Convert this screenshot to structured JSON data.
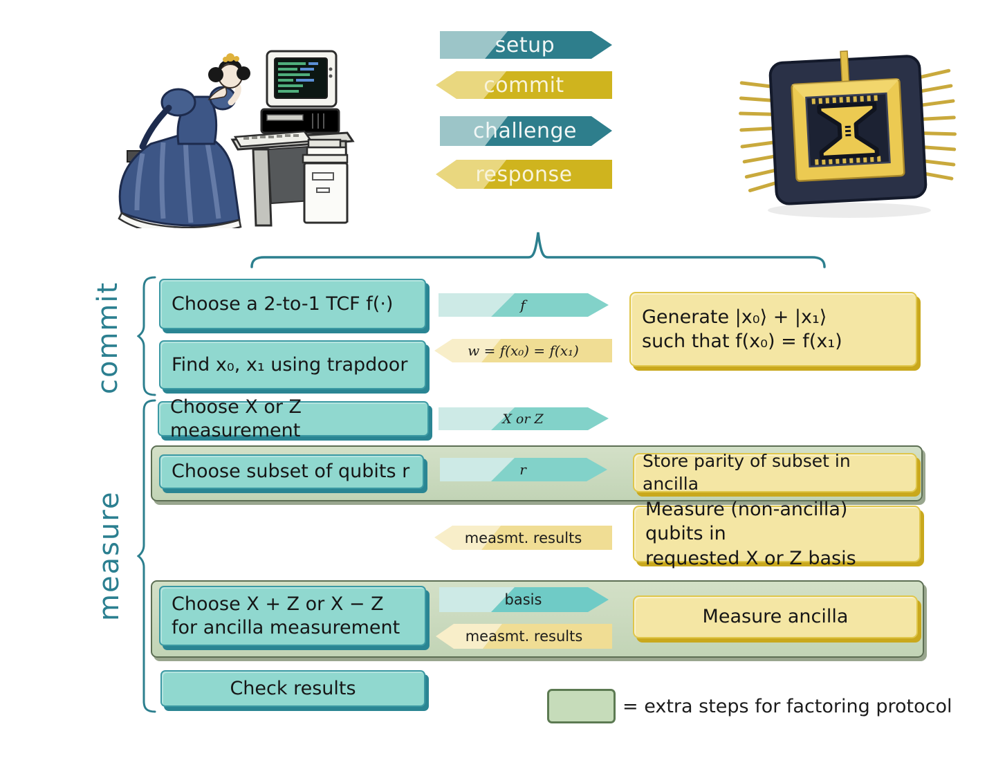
{
  "icons": {
    "verifier": "ada-lovelace-at-computer",
    "prover": "quantum-chip"
  },
  "banners": [
    {
      "label": "setup",
      "direction": "right",
      "scheme": "teal"
    },
    {
      "label": "commit",
      "direction": "left",
      "scheme": "yellow"
    },
    {
      "label": "challenge",
      "direction": "right",
      "scheme": "teal"
    },
    {
      "label": "response",
      "direction": "left",
      "scheme": "yellow"
    }
  ],
  "phase_labels": {
    "commit": "commit",
    "measure": "measure"
  },
  "commit_phase": {
    "step_tcf": "Choose a 2-to-1 TCF f(·)",
    "step_trapdoor": "Find x₀, x₁ using trapdoor",
    "msg_f": "f",
    "msg_w": "w = f(x₀) = f(x₁)",
    "prover_generate_line1": "Generate |x₀⟩ + |x₁⟩",
    "prover_generate_line2": "such that f(x₀) = f(x₁)"
  },
  "measure_phase": {
    "step_xz": "Choose X or Z measurement",
    "msg_xz": "X or Z",
    "step_subset": "Choose subset of qubits r",
    "msg_r": "r",
    "prover_parity": "Store parity of subset in ancilla",
    "msg_results_1": "measmt. results",
    "prover_measure_line1": "Measure (non-ancilla) qubits in",
    "prover_measure_line2": "requested X or Z basis",
    "step_ancilla_line1": "Choose X + Z or X − Z",
    "step_ancilla_line2": "for ancilla measurement",
    "msg_basis": "basis",
    "msg_results_2": "measmt. results",
    "prover_ancilla": "Measure ancilla",
    "step_check": "Check results"
  },
  "legend": {
    "label": "= extra steps for factoring protocol"
  },
  "colors": {
    "teal_dark": "#2e7e8c",
    "teal_light": "#9cc5c8",
    "teal_msg_dark": "#82d2c9",
    "teal_msg_light": "#cdeae6",
    "teal_box": "#90d8cf",
    "yellow_dark": "#cfb41e",
    "yellow_light": "#e9d77f",
    "yellow_msg_dark": "#f0dd94",
    "yellow_msg_light": "#f8eec9",
    "yellow_box": "#f4e6a4",
    "green_panel": "#cadabf",
    "brace": "#2c7f8e"
  }
}
